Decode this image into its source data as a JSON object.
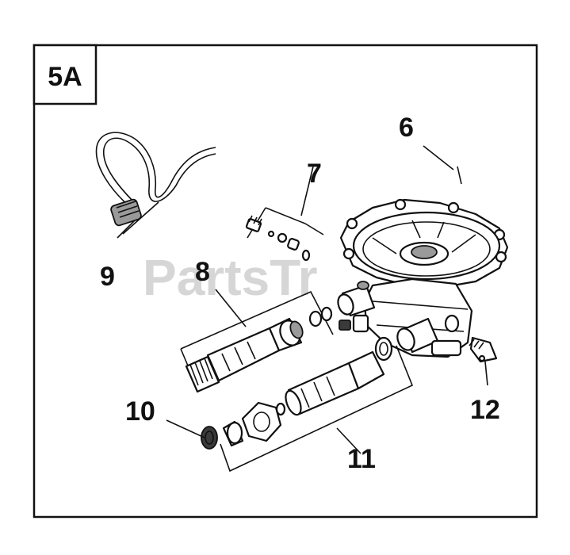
{
  "panel": {
    "section_label": "5A"
  },
  "watermark": {
    "text": "PartsTr"
  },
  "callouts": {
    "c6": "6",
    "c7": "7",
    "c8": "8",
    "c9": "9",
    "c10": "10",
    "c11": "11",
    "c12": "12"
  },
  "colors": {
    "line": "#111111",
    "background": "#ffffff",
    "watermark": "#cfcfcf"
  }
}
